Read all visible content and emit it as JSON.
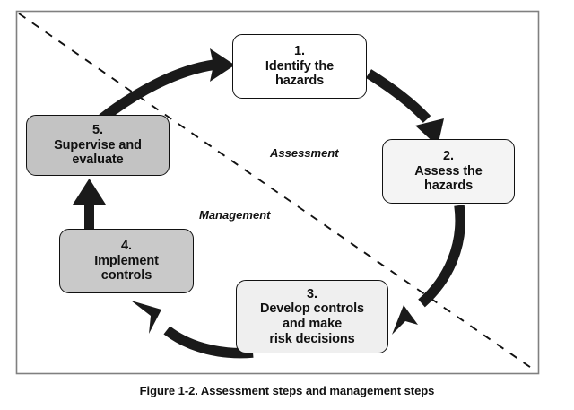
{
  "figure": {
    "caption": "Figure 1-2. Assessment steps and management steps",
    "frame": {
      "border_color": "#808080",
      "background": "#ffffff"
    },
    "divider": {
      "style": "dashed",
      "color": "#111111",
      "from": "top-left",
      "to": "bottom-right"
    },
    "zones": [
      {
        "name": "assessment",
        "label": "Assessment"
      },
      {
        "name": "management",
        "label": "Management"
      }
    ],
    "nodes": [
      {
        "id": "node-1",
        "number": "1.",
        "label": "Identify the\nhazards",
        "fill": "#ffffff",
        "stroke": "#111111"
      },
      {
        "id": "node-2",
        "number": "2.",
        "label": "Assess the\nhazards",
        "fill": "#f4f4f4",
        "stroke": "#111111"
      },
      {
        "id": "node-3",
        "number": "3.",
        "label": "Develop controls\nand make\nrisk decisions",
        "fill": "#efefef",
        "stroke": "#111111"
      },
      {
        "id": "node-4",
        "number": "4.",
        "label": "Implement\ncontrols",
        "fill": "#c9c9c9",
        "stroke": "#111111"
      },
      {
        "id": "node-5",
        "number": "5.",
        "label": "Supervise and\nevaluate",
        "fill": "#c3c3c3",
        "stroke": "#111111"
      }
    ],
    "arrows": [
      {
        "name": "arrow-5-to-1",
        "from": "node-5",
        "to": "node-1",
        "color": "#1a1a1a"
      },
      {
        "name": "arrow-1-to-2",
        "from": "node-1",
        "to": "node-2",
        "color": "#1a1a1a"
      },
      {
        "name": "arrow-2-to-3",
        "from": "node-2",
        "to": "node-3",
        "color": "#1a1a1a"
      },
      {
        "name": "arrow-3-to-4",
        "from": "node-3",
        "to": "node-4",
        "color": "#1a1a1a"
      },
      {
        "name": "arrow-4-to-5",
        "from": "node-4",
        "to": "node-5",
        "color": "#1a1a1a"
      }
    ]
  }
}
